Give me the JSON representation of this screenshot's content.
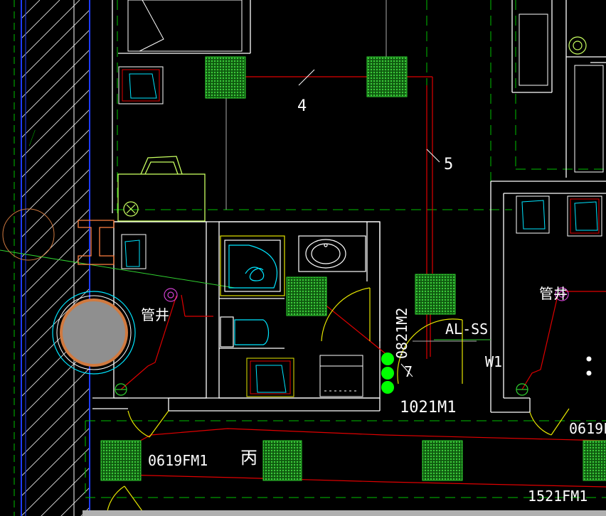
{
  "colors": {
    "background": "#000000",
    "wall": "#ffffff",
    "grid_green": "#00c000",
    "power_red": "#e00000",
    "fixture_cyan": "#00e5ff",
    "fixture_yellow": "#e6e600",
    "hatch_white": "#ffffff",
    "column_blue": "#1e3cff",
    "device_green": "#1a8a1a",
    "pipe_magenta": "#d040d0",
    "shaft_orange": "#d07a40",
    "shaft_fill": "#8f8f8f"
  },
  "labels": {
    "circuit_4": "4",
    "circuit_5": "5",
    "pipe_shaft_left": "管井",
    "pipe_shaft_right": "管井",
    "door_0821m2": "0821M2",
    "door_1021m1": "1021M1",
    "door_0619fm1_left": "0619FM1",
    "door_0619fm1_right": "0619F",
    "door_1521fm1": "1521FM1",
    "room_bing": "丙",
    "panel_alss": "AL-SS",
    "panel_w1": "W1",
    "panel_7": "7"
  },
  "icons": [
    "detector-icon",
    "smoke-detector-icon",
    "pipe-riser-icon",
    "sink-icon",
    "toilet-icon",
    "shower-icon",
    "fan-icon"
  ]
}
